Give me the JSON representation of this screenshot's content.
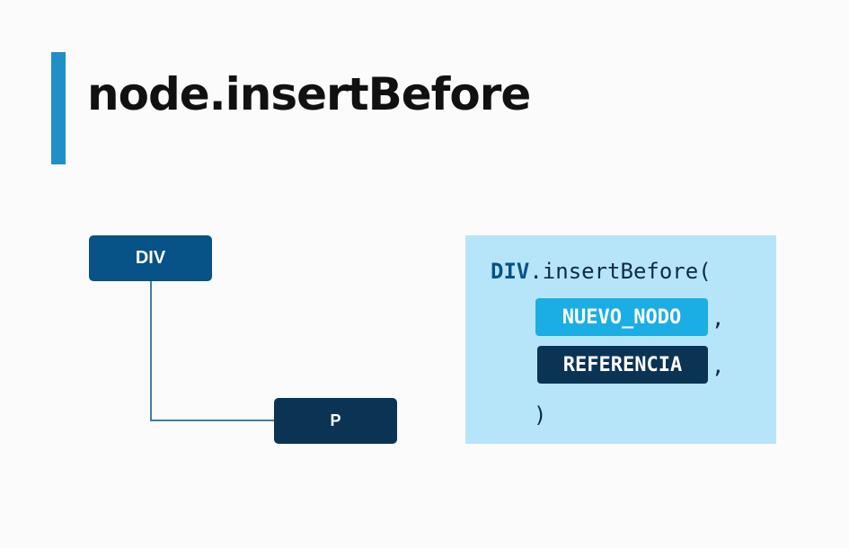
{
  "title": "node.insertBefore",
  "colors": {
    "accent": "#1f8fc8",
    "div_node": "#075286",
    "p_node": "#0b3354",
    "code_panel": "#b6e5fa",
    "new_node_pill": "#1aaee5",
    "reference_pill": "#0b3354"
  },
  "diagram": {
    "nodes": [
      {
        "id": "div",
        "label": "DIV"
      },
      {
        "id": "p",
        "label": "P"
      }
    ],
    "edges": [
      {
        "from": "div",
        "to": "p"
      }
    ]
  },
  "code": {
    "object": "DIV",
    "method": ".insertBefore(",
    "arg1": "NUEVO_NODO",
    "arg2": "REFERENCIA",
    "comma": ",",
    "close": ")"
  }
}
